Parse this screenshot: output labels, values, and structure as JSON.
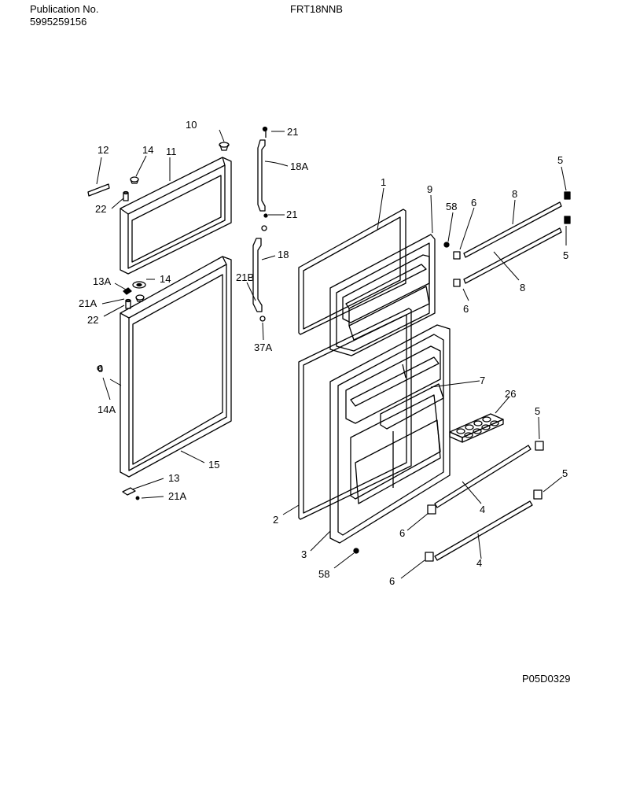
{
  "header": {
    "publication_label": "Publication No.",
    "publication_number": "5995259156",
    "model": "FRT18NNB"
  },
  "figure_code": "P05D0329",
  "callouts": {
    "c1": "1",
    "c2": "2",
    "c3": "3",
    "c4a": "4",
    "c4b": "4",
    "c5a": "5",
    "c5b": "5",
    "c5c": "5",
    "c5d": "5",
    "c6a": "6",
    "c6b": "6",
    "c6c": "6",
    "c6d": "6",
    "c6e": "6",
    "c7": "7",
    "c8a": "8",
    "c8b": "8",
    "c9": "9",
    "c10": "10",
    "c11": "11",
    "c12": "12",
    "c13": "13",
    "c13a": "13A",
    "c14a": "14",
    "c14b": "14",
    "c14A": "14A",
    "c15": "15",
    "c18": "18",
    "c18A": "18A",
    "c21a": "21",
    "c21b": "21",
    "c21Aa": "21A",
    "c21Ab": "21A",
    "c21B": "21B",
    "c22a": "22",
    "c22b": "22",
    "c26": "26",
    "c37A": "37A",
    "c58a": "58",
    "c58b": "58"
  }
}
